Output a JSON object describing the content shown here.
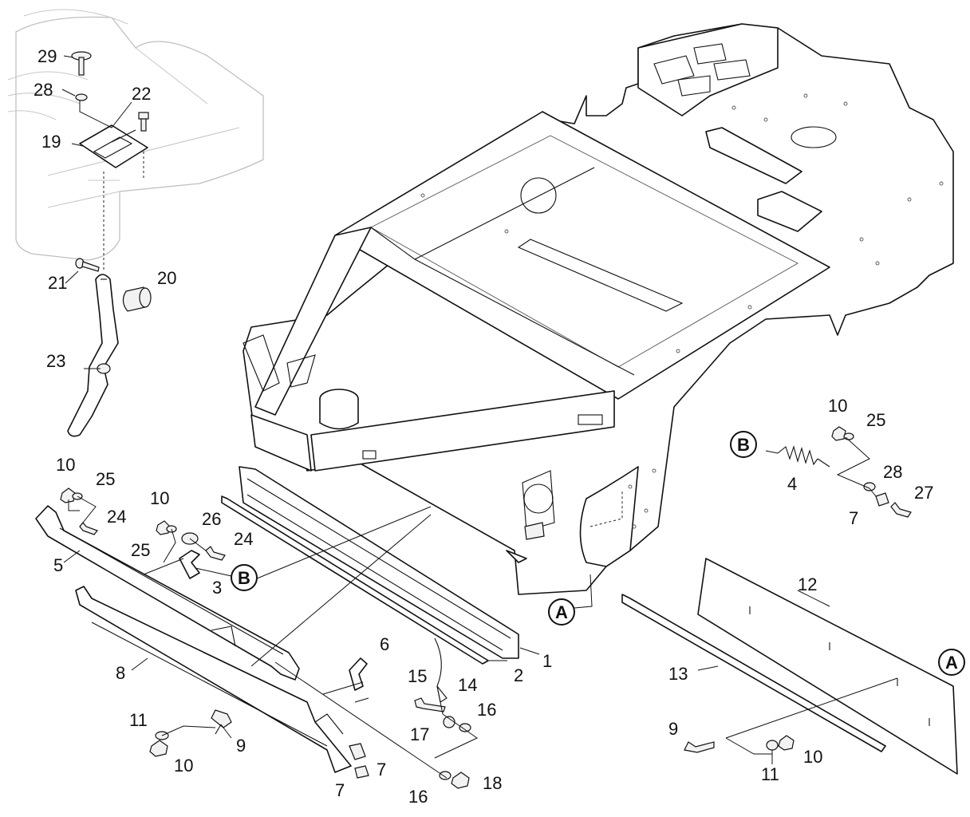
{
  "callouts": [
    {
      "id": "c-29",
      "text": "29"
    },
    {
      "id": "c-28a",
      "text": "28"
    },
    {
      "id": "c-22",
      "text": "22"
    },
    {
      "id": "c-19",
      "text": "19"
    },
    {
      "id": "c-21",
      "text": "21"
    },
    {
      "id": "c-20",
      "text": "20"
    },
    {
      "id": "c-23",
      "text": "23"
    },
    {
      "id": "c-10a",
      "text": "10"
    },
    {
      "id": "c-25a",
      "text": "25"
    },
    {
      "id": "c-24a",
      "text": "24"
    },
    {
      "id": "c-5",
      "text": "5"
    },
    {
      "id": "c-10b",
      "text": "10"
    },
    {
      "id": "c-26",
      "text": "26"
    },
    {
      "id": "c-25b",
      "text": "25"
    },
    {
      "id": "c-24b",
      "text": "24"
    },
    {
      "id": "c-3",
      "text": "3"
    },
    {
      "id": "c-8",
      "text": "8"
    },
    {
      "id": "c-11a",
      "text": "11"
    },
    {
      "id": "c-9a",
      "text": "9"
    },
    {
      "id": "c-10c",
      "text": "10"
    },
    {
      "id": "c-7a",
      "text": "7"
    },
    {
      "id": "c-7b",
      "text": "7"
    },
    {
      "id": "c-6",
      "text": "6"
    },
    {
      "id": "c-15",
      "text": "15"
    },
    {
      "id": "c-14",
      "text": "14"
    },
    {
      "id": "c-17",
      "text": "17"
    },
    {
      "id": "c-16a",
      "text": "16"
    },
    {
      "id": "c-16b",
      "text": "16"
    },
    {
      "id": "c-18",
      "text": "18"
    },
    {
      "id": "c-1",
      "text": "1"
    },
    {
      "id": "c-2",
      "text": "2"
    },
    {
      "id": "c-10d",
      "text": "10"
    },
    {
      "id": "c-25c",
      "text": "25"
    },
    {
      "id": "c-4",
      "text": "4"
    },
    {
      "id": "c-28b",
      "text": "28"
    },
    {
      "id": "c-27",
      "text": "27"
    },
    {
      "id": "c-7c",
      "text": "7"
    },
    {
      "id": "c-12",
      "text": "12"
    },
    {
      "id": "c-13",
      "text": "13"
    },
    {
      "id": "c-9b",
      "text": "9"
    },
    {
      "id": "c-11b",
      "text": "11"
    },
    {
      "id": "c-10e",
      "text": "10"
    }
  ],
  "references": [
    {
      "id": "ref-b1",
      "text": "B"
    },
    {
      "id": "ref-b2",
      "text": "B"
    },
    {
      "id": "ref-a1",
      "text": "A"
    },
    {
      "id": "ref-a2",
      "text": "A"
    }
  ]
}
